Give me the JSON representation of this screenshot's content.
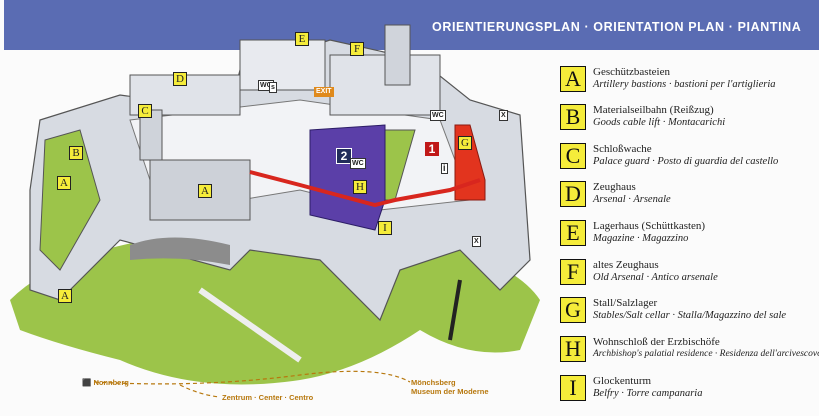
{
  "header": {
    "title": "ORIENTIERUNGSPLAN · ORIENTATION PLAN · PIANTINA"
  },
  "colors": {
    "band": "#5a6cb3",
    "marker": "#f5ec3a",
    "route": "#d8261e",
    "palace": "#5b3fa8",
    "grass": "#9cc44a",
    "stone": "#d7dbe2"
  },
  "map": {
    "markers": {
      "A": "A",
      "B": "B",
      "C": "C",
      "D": "D",
      "E": "E",
      "F": "F",
      "G": "G",
      "H": "H",
      "I": "I"
    },
    "wc": "WC",
    "exit": "EXIT",
    "info": "i",
    "shop": "s",
    "x": "X",
    "stations": [
      "1",
      "2"
    ],
    "routes": {
      "nonnberg": "Nonnberg",
      "zentrum": "Zentrum · Center · Centro",
      "moenchsberg1": "Mönchsberg",
      "moenchsberg2": "Museum der Moderne"
    }
  },
  "legend": [
    {
      "letter": "A",
      "de": "Geschützbasteien",
      "other": "Artillery bastions · bastioni per l'artiglieria"
    },
    {
      "letter": "B",
      "de": "Materialseilbahn (Reißzug)",
      "other": "Goods cable lift · Montacarichi"
    },
    {
      "letter": "C",
      "de": "Schloßwache",
      "other": "Palace guard · Posto di guardia del castello"
    },
    {
      "letter": "D",
      "de": "Zeughaus",
      "other": "Arsenal · Arsenale"
    },
    {
      "letter": "E",
      "de": "Lagerhaus (Schüttkasten)",
      "other": "Magazine · Magazzino"
    },
    {
      "letter": "F",
      "de": "altes Zeughaus",
      "other": "Old Arsenal · Antico arsenale"
    },
    {
      "letter": "G",
      "de": "Stall/Salzlager",
      "other": "Stables/Salt cellar · Stalla/Magazzino del sale"
    },
    {
      "letter": "H",
      "de": "Wohnschloß der Erzbischöfe",
      "other": "Archbishop's palatial residence · Residenza dell'arcivescovo"
    },
    {
      "letter": "I",
      "de": "Glockenturm",
      "other": "Belfry · Torre campanaria"
    }
  ]
}
